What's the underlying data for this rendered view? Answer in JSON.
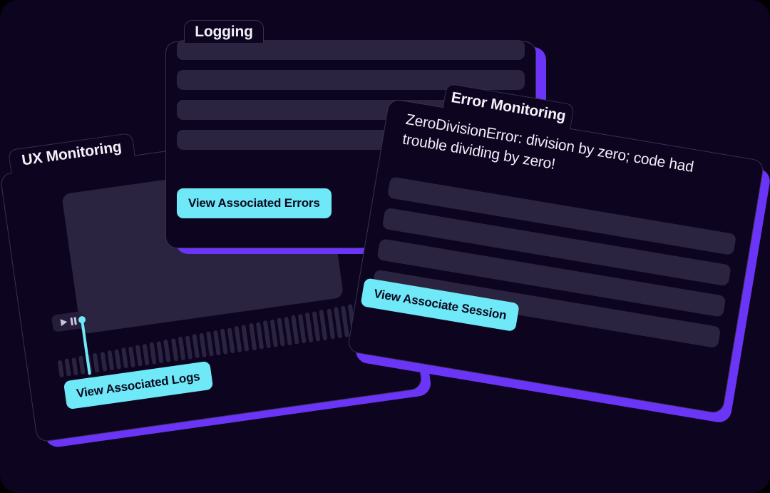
{
  "page": {
    "background": "#0D0420",
    "accent_purple": "#6A35F7",
    "accent_cyan": "#6FE8F7",
    "skeleton": "#2A2440"
  },
  "cards": {
    "logging": {
      "tab_label": "Logging",
      "skeleton_rows": 4,
      "cta_label": "View Associated Errors"
    },
    "ux_monitoring": {
      "tab_label": "UX Monitoring",
      "play_icon": "play-icon",
      "pause_icon": "pause-icon",
      "waveform_bars": 44,
      "cta_label": "View Associated Logs"
    },
    "error_monitoring": {
      "tab_label": "Error Monitoring",
      "message": "ZeroDivisionError: division by zero; code had trouble dividing by zero!",
      "skeleton_rows": 4,
      "cta_label": "View Associate Session"
    }
  }
}
